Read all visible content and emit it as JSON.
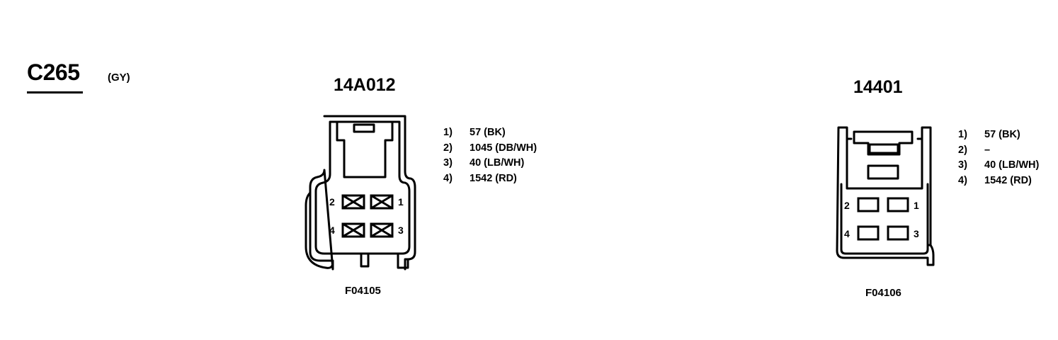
{
  "connector": {
    "id": "C265",
    "color": "(GY)"
  },
  "views": [
    {
      "part_number": "14A012",
      "figure_id": "F04105",
      "pin_labels": [
        "1",
        "2",
        "3",
        "4"
      ],
      "pins": [
        {
          "num": "1)",
          "circuit": "57 (BK)"
        },
        {
          "num": "2)",
          "circuit": "1045 (DB/WH)"
        },
        {
          "num": "3)",
          "circuit": "40 (LB/WH)"
        },
        {
          "num": "4)",
          "circuit": "1542 (RD)"
        }
      ]
    },
    {
      "part_number": "14401",
      "figure_id": "F04106",
      "pin_labels": [
        "1",
        "2",
        "3",
        "4"
      ],
      "pins": [
        {
          "num": "1)",
          "circuit": "57 (BK)"
        },
        {
          "num": "2)",
          "circuit": "–"
        },
        {
          "num": "3)",
          "circuit": "40 (LB/WH)"
        },
        {
          "num": "4)",
          "circuit": "1542 (RD)"
        }
      ]
    }
  ]
}
